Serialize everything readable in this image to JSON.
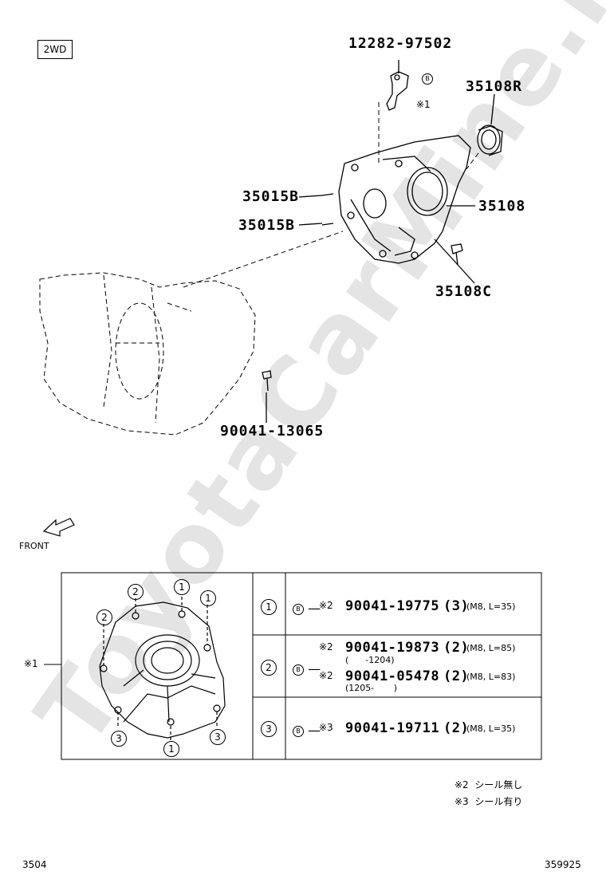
{
  "watermark": "ToyotaCarMine.ru",
  "badge": "2WD",
  "parts": {
    "p1": "12282-97502",
    "p1_note_b": "B",
    "p1_note": "※1",
    "p2": "35108R",
    "p3": "35015B",
    "p4": "35108",
    "p5": "35015B",
    "p6": "35108C",
    "p7": "90041-13065"
  },
  "front_label": "FRONT",
  "callout_label": "※1",
  "table": {
    "rows": [
      {
        "id": "1",
        "b": "B",
        "mark": "※2",
        "lines": [
          {
            "part": "90041-19775",
            "qty": "(3)",
            "spec": "(M8, L=35)"
          }
        ]
      },
      {
        "id": "2",
        "b": "B",
        "lines": [
          {
            "mark": "※2",
            "part": "90041-19873",
            "qty": "(2)",
            "spec": "(M8, L=85)",
            "date": "(      -1204)"
          },
          {
            "mark": "※2",
            "part": "90041-05478",
            "qty": "(2)",
            "spec": "(M8, L=83)",
            "date": "(1205-       )"
          }
        ]
      },
      {
        "id": "3",
        "b": "B",
        "mark": "※3",
        "lines": [
          {
            "part": "90041-19711",
            "qty": "(2)",
            "spec": "(M8, L=35)"
          }
        ]
      }
    ],
    "figure_labels": [
      "1",
      "2",
      "1",
      "2",
      "3",
      "1",
      "3"
    ]
  },
  "notes": [
    {
      "mark": "※2",
      "text": "シール無し"
    },
    {
      "mark": "※3",
      "text": "シール有り"
    }
  ],
  "footer_left": "3504",
  "footer_right": "359925"
}
